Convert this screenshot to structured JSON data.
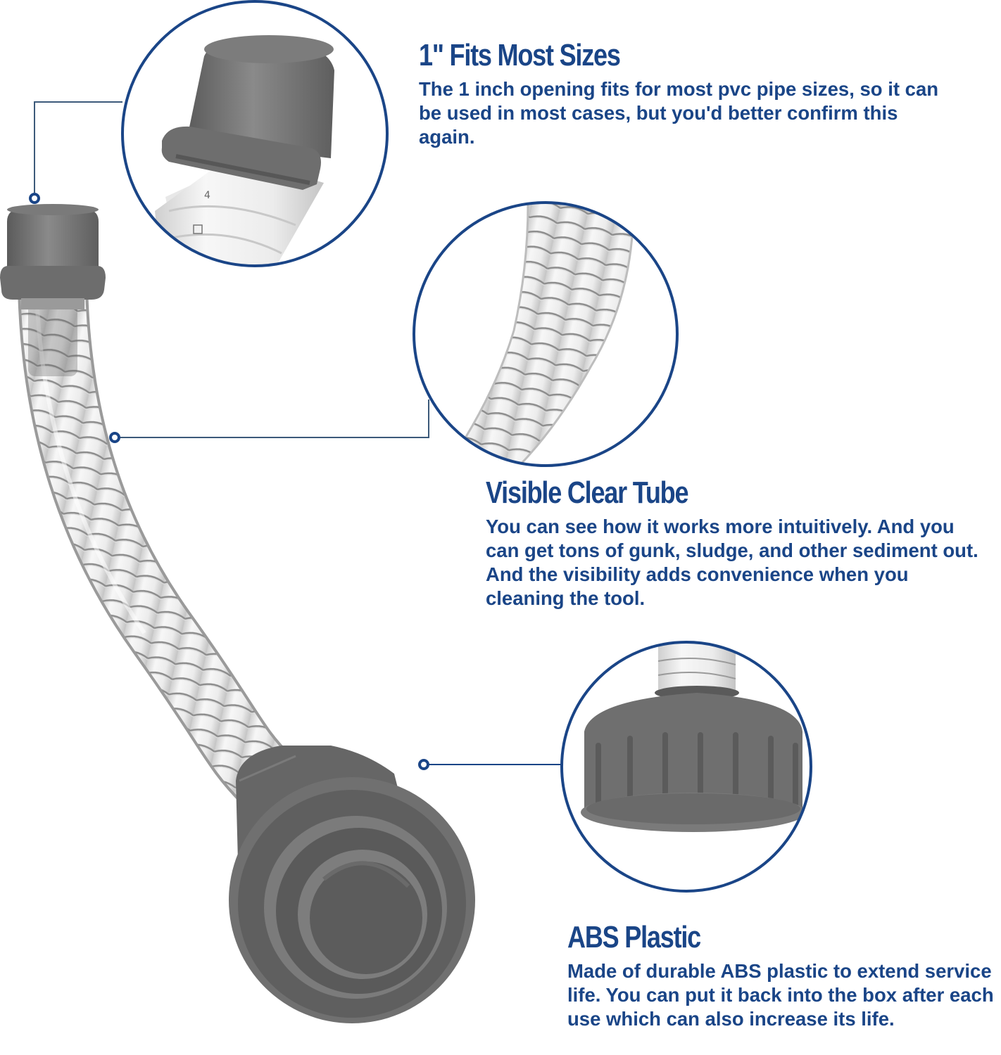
{
  "colors": {
    "accent": "#1a4587",
    "callout_line": "#3c5a7a",
    "plastic_gray": "#6f6f6f",
    "background": "#ffffff"
  },
  "features": [
    {
      "title": "1\" Fits Most Sizes",
      "body": "The 1 inch opening fits for most pvc pipe sizes, so it can be used in most cases, but you'd better confirm this again."
    },
    {
      "title": "Visible Clear Tube",
      "body": "You can see how it works more intuitively. And you can get tons of gunk, sludge, and other sediment out. And the visibility adds convenience when you cleaning the tool."
    },
    {
      "title": "ABS Plastic",
      "body": "Made of durable ABS plastic to extend service life. You can put it back into the box after each use which can also increase its life."
    }
  ],
  "product": {
    "name": "clear spiral hose with gray 1-inch fitting and threaded cap",
    "detail_circles": [
      "1-inch-fitting-closeup",
      "clear-tube-closeup",
      "abs-cap-closeup"
    ]
  }
}
